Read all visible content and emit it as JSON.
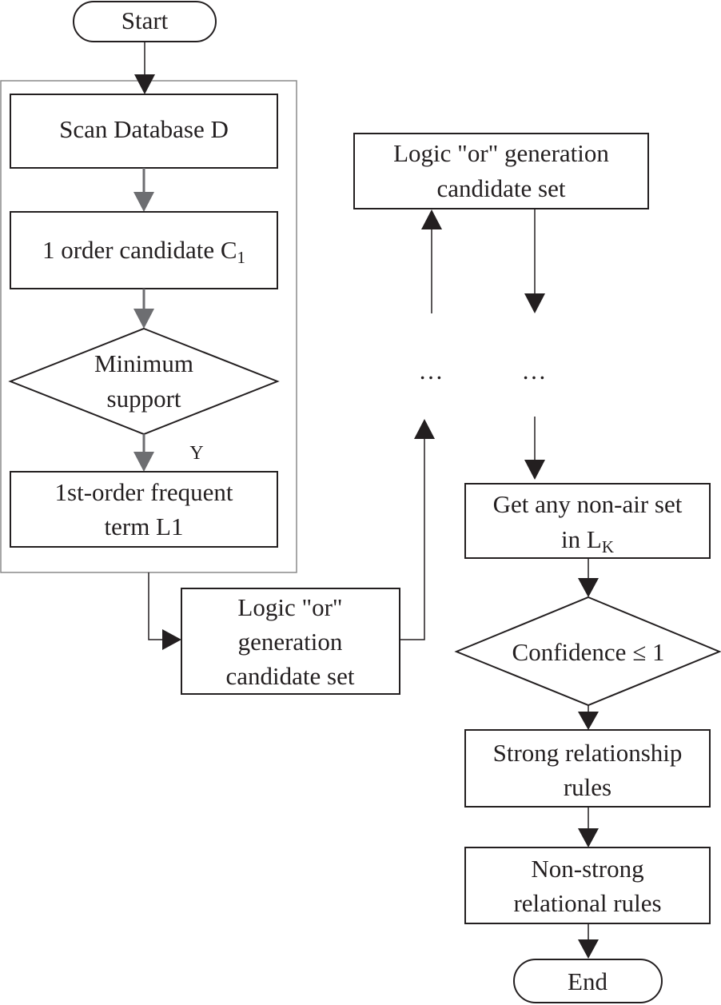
{
  "nodes": {
    "start": "Start",
    "scan_db": "Scan Database D",
    "candidate_c1": {
      "text": "1 order candidate C",
      "subscript": "1"
    },
    "min_support": [
      "Minimum",
      "support"
    ],
    "yes_label": "Y",
    "frequent_l1": [
      "1st-order frequent",
      "term L1"
    ],
    "logic_or_bottom": [
      "Logic \"or\"",
      "generation",
      "candidate set"
    ],
    "logic_or_top": [
      "Logic \"or\" generation",
      "candidate set"
    ],
    "ellipsis_left": "…",
    "ellipsis_right": "…",
    "non_air_set": {
      "line1": "Get any non-air set",
      "line2": "in L",
      "subscript": "K"
    },
    "confidence": "Confidence ≤ 1",
    "strong_rules": [
      "Strong relationship",
      "rules"
    ],
    "non_strong_rules": [
      "Non-strong",
      "relational rules"
    ],
    "end": "End"
  }
}
